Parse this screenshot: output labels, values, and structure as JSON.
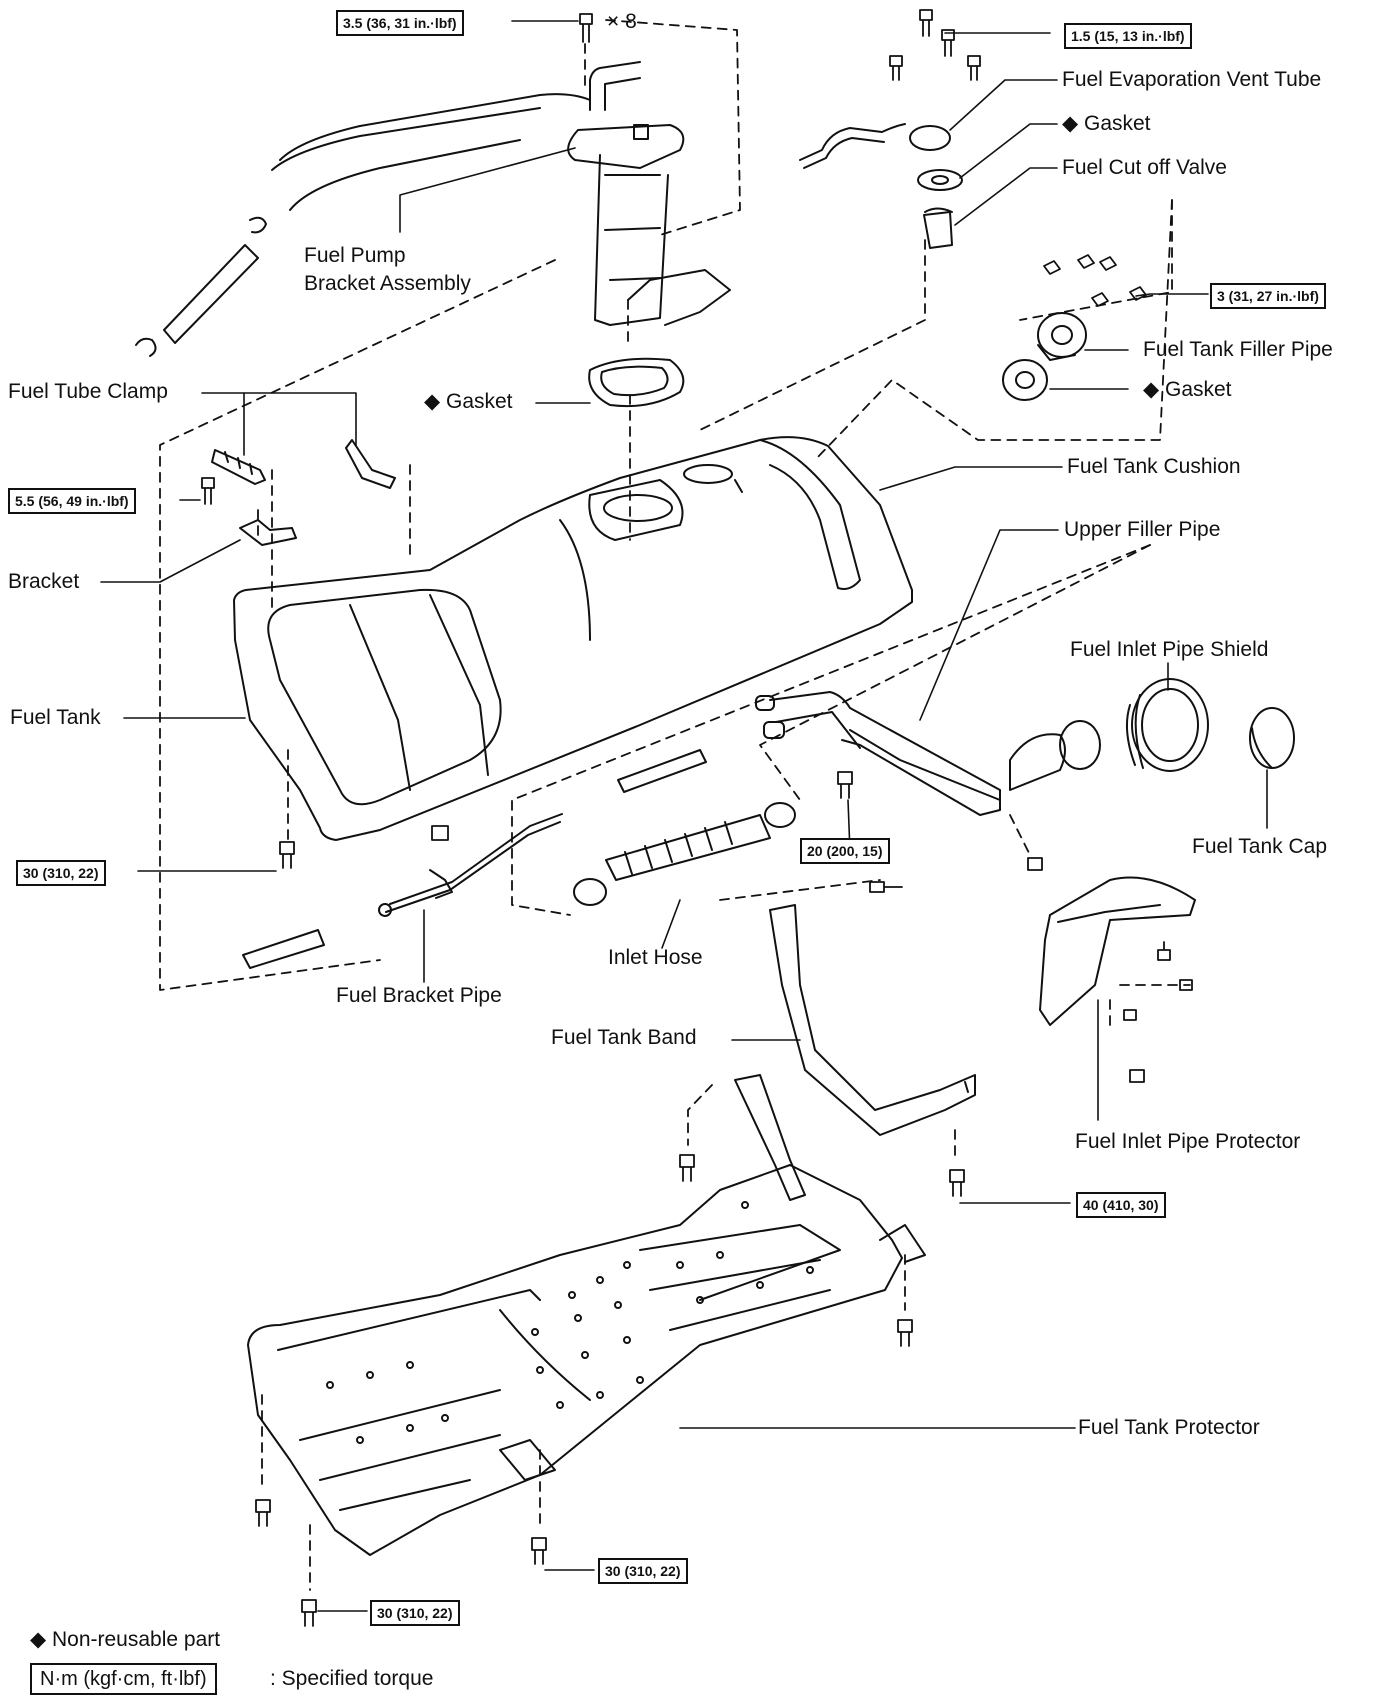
{
  "diagram_title": "",
  "labels": {
    "fuel_evap_vent_tube": "Fuel Evaporation Vent Tube",
    "gasket_top": "◆ Gasket",
    "fuel_cut_off_valve": "Fuel Cut off Valve",
    "fuel_pump_bracket_1": "Fuel Pump",
    "fuel_pump_bracket_2": "Bracket Assembly",
    "fuel_tank_filler_pipe": "Fuel Tank Filler Pipe",
    "gasket_filler": "◆ Gasket",
    "fuel_tube_clamp": "Fuel Tube Clamp",
    "gasket_pump": "◆ Gasket",
    "fuel_tank_cushion": "Fuel Tank Cushion",
    "upper_filler_pipe": "Upper Filler Pipe",
    "bracket": "Bracket",
    "fuel_inlet_pipe_shield": "Fuel Inlet Pipe Shield",
    "fuel_tank": "Fuel Tank",
    "fuel_tank_cap": "Fuel Tank Cap",
    "inlet_hose": "Inlet Hose",
    "fuel_bracket_pipe": "Fuel Bracket Pipe",
    "fuel_tank_band": "Fuel Tank Band",
    "fuel_inlet_pipe_protector": "Fuel Inlet Pipe Protector",
    "fuel_tank_protector": "Fuel Tank Protector",
    "bolt_count": "× 8"
  },
  "torques": {
    "pump_bolts": "3.5 (36, 31 in.·lbf)",
    "vent_bolts": "1.5 (15, 13 in.·lbf)",
    "filler_bolts": "3 (31, 27 in.·lbf)",
    "bracket_bolt": "5.5 (56, 49 in.·lbf)",
    "tank_bolt": "30 (310, 22)",
    "filler_pipe_bolt": "20 (200, 15)",
    "band_bolt": "40 (410, 30)",
    "protector_bolt_1": "30 (310, 22)",
    "protector_bolt_2": "30 (310, 22)"
  },
  "legend": {
    "non_reusable": "◆ Non-reusable part",
    "torque_unit": "N·m (kgf·cm, ft·lbf)",
    "torque_desc": ": Specified torque"
  }
}
